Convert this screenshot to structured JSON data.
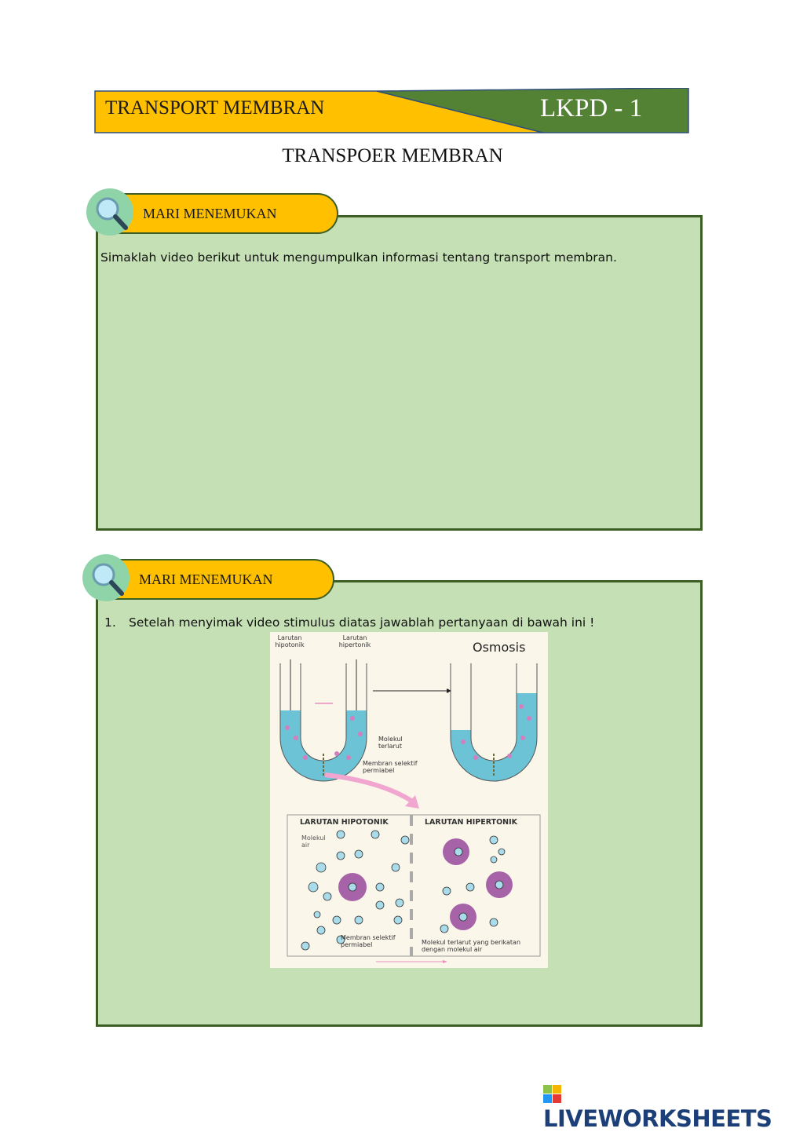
{
  "header": {
    "left_title": "TRANSPORT MEMBRAN",
    "right_title": "LKPD - 1",
    "colors": {
      "yellow": "#ffc000",
      "green": "#548235"
    }
  },
  "doc_title": "TRANSPOER MEMBRAN",
  "section1": {
    "label": "MARI MENEMUKAN",
    "text": "Simaklah video berikut untuk mengumpulkan informasi tentang transport membran."
  },
  "section2": {
    "label": "MARI MENEMUKAN",
    "question_number": "1.",
    "question": "Setelah menyimak video stimulus diatas jawablah pertanyaan di bawah ini !"
  },
  "diagram": {
    "title": "Osmosis",
    "label_hipo": "Larutan hipotonik",
    "label_hiper": "Larutan hipertonik",
    "label_molekul_terlarut": "Molekul terlarut",
    "label_membran": "Membran selektif permiabel",
    "panel_left": "LARUTAN HIPOTONIK",
    "panel_right": "LARUTAN HIPERTONIK",
    "label_molekul_air": "Molekul air",
    "label_membran2": "Membran selektif permiabel",
    "label_bound": "Molekul terlarut yang berikatan dengan molekul air"
  },
  "footer": {
    "brand": "LIVEWORKSHEETS"
  }
}
